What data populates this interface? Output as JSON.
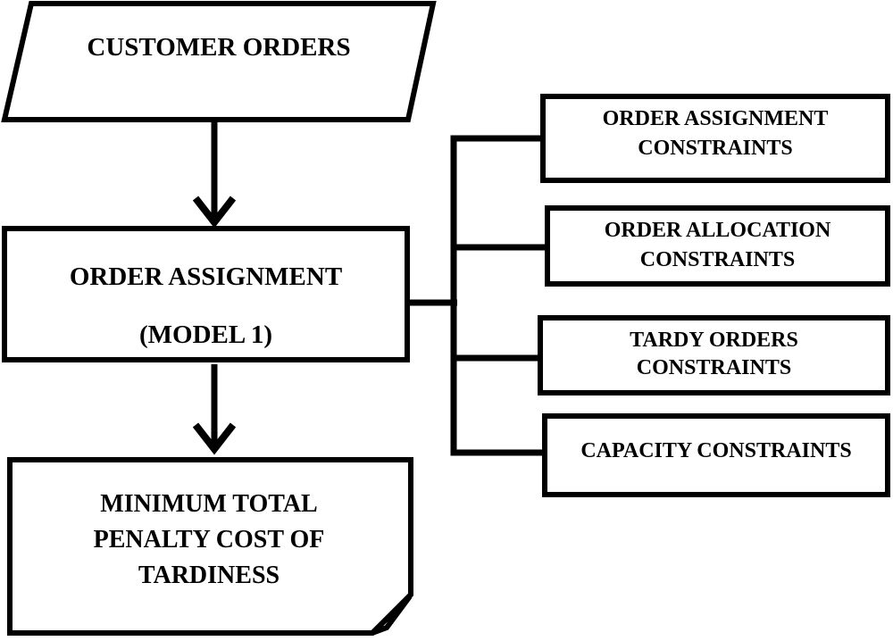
{
  "colors": {
    "stroke": "#000000",
    "fill": "#ffffff"
  },
  "flow": {
    "input": {
      "shape": "parallelogram",
      "label": "CUSTOMER ORDERS"
    },
    "process": {
      "shape": "rectangle",
      "lines": [
        "ORDER ASSIGNMENT",
        "(MODEL 1)"
      ]
    },
    "output": {
      "shape": "document-folded-corner",
      "lines": [
        "MINIMUM TOTAL",
        "PENALTY COST OF",
        "TARDINESS"
      ]
    }
  },
  "constraints": [
    {
      "lines": [
        "ORDER ASSIGNMENT",
        "CONSTRAINTS"
      ]
    },
    {
      "lines": [
        "ORDER ALLOCATION",
        "CONSTRAINTS"
      ]
    },
    {
      "lines": [
        "TARDY ORDERS",
        "CONSTRAINTS"
      ]
    },
    {
      "lines": [
        "CAPACITY CONSTRAINTS"
      ]
    }
  ]
}
